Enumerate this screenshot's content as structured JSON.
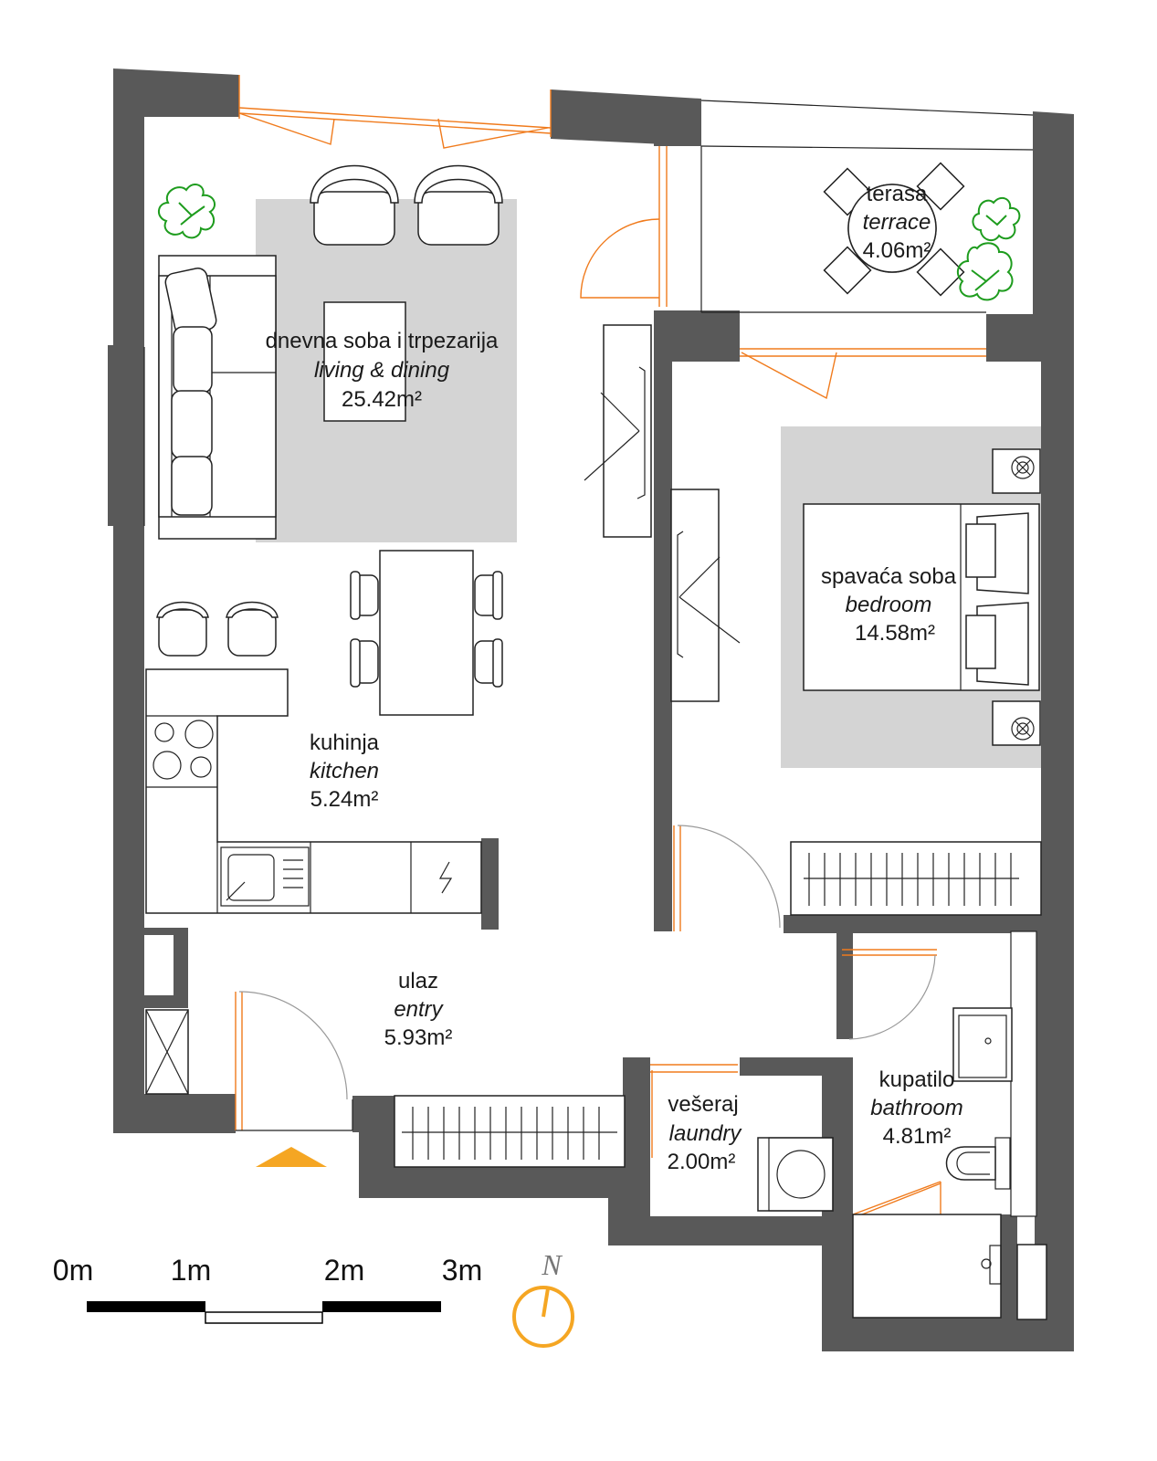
{
  "rooms": {
    "living": {
      "name_local": "dnevna soba i trpezarija",
      "name_en": "living & dining",
      "area": "25.42m²"
    },
    "terrace": {
      "name_local": "terasa",
      "name_en": "terrace",
      "area": "4.06m²"
    },
    "bedroom": {
      "name_local": "spavaća soba",
      "name_en": "bedroom",
      "area": "14.58m²"
    },
    "kitchen": {
      "name_local": "kuhinja",
      "name_en": "kitchen",
      "area": "5.24m²"
    },
    "entry": {
      "name_local": "ulaz",
      "name_en": "entry",
      "area": "5.93m²"
    },
    "laundry": {
      "name_local": "vešeraj",
      "name_en": "laundry",
      "area": "2.00m²"
    },
    "bathroom": {
      "name_local": "kupatilo",
      "name_en": "bathroom",
      "area": "4.81m²"
    }
  },
  "scale": {
    "labels": [
      "0m",
      "1m",
      "2m",
      "3m"
    ]
  },
  "north": {
    "label": "N"
  },
  "colors": {
    "wall": "#595959",
    "rug": "#d4d4d4",
    "window": "#f07b1d",
    "plant": "#1e9c1e",
    "entrance_marker": "#f5a623"
  }
}
